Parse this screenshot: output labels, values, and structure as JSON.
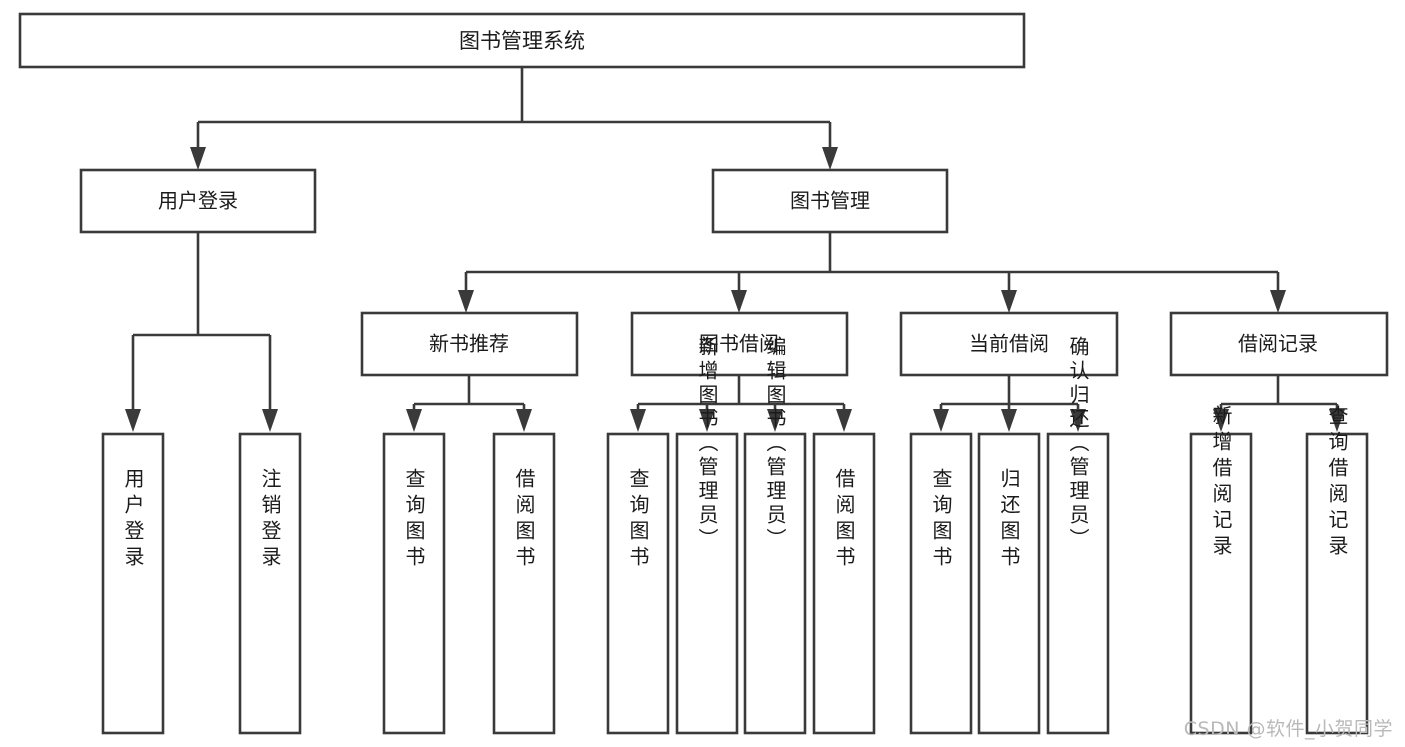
{
  "diagram": {
    "title": "图书管理系统",
    "type": "tree-hierarchy-chart",
    "watermark": "CSDN @软件_小贺同学",
    "colors": {
      "background": "#ffffff",
      "box_stroke": "#3a3a3a",
      "box_fill": "#ffffff",
      "text": "#1b1b1b",
      "watermark": "#b9b9b9"
    },
    "root": {
      "label": "图书管理系统"
    },
    "level1": [
      {
        "label": "用户登录"
      },
      {
        "label": "图书管理"
      }
    ],
    "level2": [
      {
        "label": "新书推荐"
      },
      {
        "label": "图书借阅"
      },
      {
        "label": "当前借阅"
      },
      {
        "label": "借阅记录"
      }
    ],
    "leaves": {
      "user_login": [
        {
          "label": "用户登录"
        },
        {
          "label": "注销登录"
        }
      ],
      "new_book_recommend": [
        {
          "label": "查询图书"
        },
        {
          "label": "借阅图书"
        }
      ],
      "book_borrow": [
        {
          "label": "查询图书"
        },
        {
          "label": "新增图书（管理员）"
        },
        {
          "label": "编辑图书（管理员）"
        },
        {
          "label": "借阅图书"
        }
      ],
      "current_borrow": [
        {
          "label": "查询图书"
        },
        {
          "label": "归还图书"
        },
        {
          "label": "确认归还（管理员）"
        }
      ],
      "borrow_record": [
        {
          "label": "新增借阅记录"
        },
        {
          "label": "查询借阅记录"
        }
      ]
    }
  }
}
